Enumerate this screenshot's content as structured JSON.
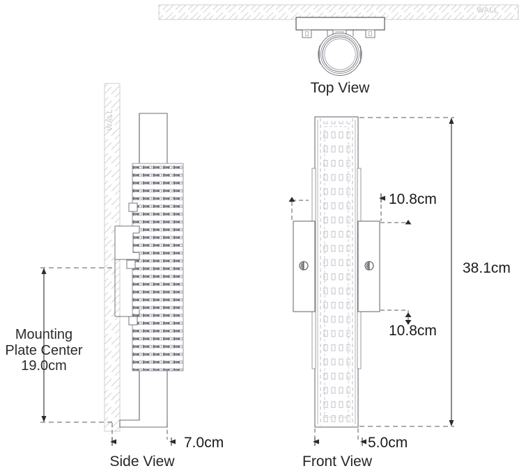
{
  "sheet": {
    "background": "#ffffff",
    "line_color": "#4a4a4a",
    "light_line_color": "#b8b8b8",
    "hatch_color": "#d0d0d0",
    "text_color": "#1a1a1a"
  },
  "views": {
    "top": {
      "label": "Top View",
      "wall_label": "WALL"
    },
    "side": {
      "label": "Side View",
      "wall_label": "WALL"
    },
    "front": {
      "label": "Front View"
    }
  },
  "dimensions": {
    "mounting_plate_center": {
      "line1": "Mounting",
      "line2": "Plate Center",
      "line3": "19.0cm",
      "value": "19.0cm"
    },
    "side_depth": {
      "value": "7.0cm"
    },
    "front_width": {
      "value": "5.0cm"
    },
    "overall_height": {
      "value": "38.1cm"
    },
    "top_offset": {
      "value": "10.8cm"
    },
    "bottom_offset": {
      "value": "10.8cm"
    }
  },
  "icons": {
    "screw_left": "screw-icon",
    "screw_right": "screw-icon",
    "arrow_up": "arrow-up-icon",
    "arrow_down": "arrow-down-icon",
    "arrow_left": "arrow-left-icon",
    "arrow_right": "arrow-right-icon"
  }
}
